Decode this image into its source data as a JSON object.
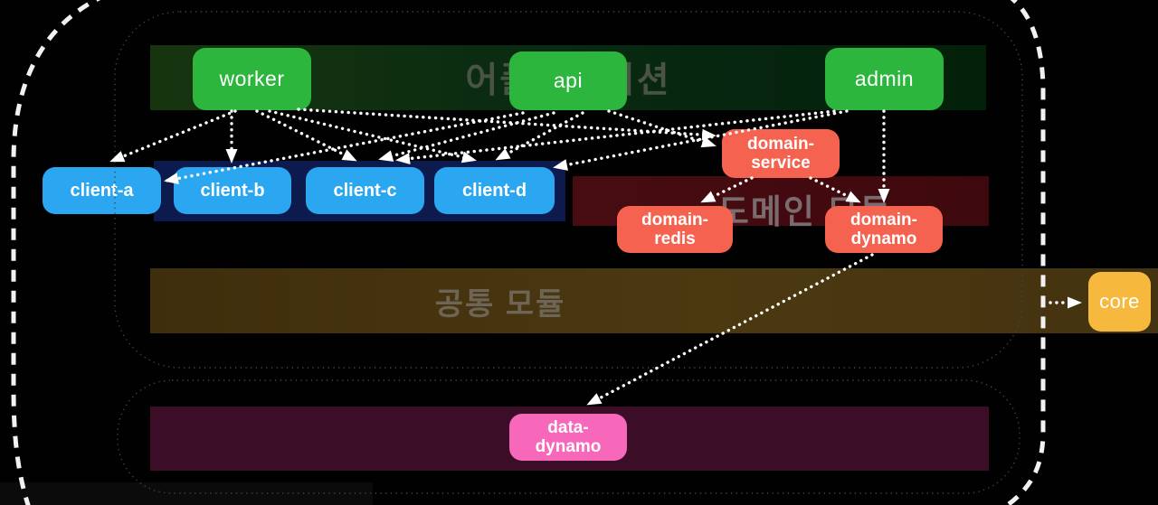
{
  "diagram": {
    "banners": {
      "application": {
        "label": "어플리케이션"
      },
      "domain": {
        "label": "도메인 모듈"
      },
      "common": {
        "label": "공통 모듈"
      }
    },
    "nodes": {
      "worker": {
        "label": "worker"
      },
      "api": {
        "label": "api"
      },
      "admin": {
        "label": "admin"
      },
      "client_a": {
        "label": "client-a"
      },
      "client_b": {
        "label": "client-b"
      },
      "client_c": {
        "label": "client-c"
      },
      "client_d": {
        "label": "client-d"
      },
      "domain_service": {
        "line1": "domain-",
        "line2": "service"
      },
      "domain_redis": {
        "line1": "domain-",
        "line2": "redis"
      },
      "domain_dynamo": {
        "line1": "domain-",
        "line2": "dynamo"
      },
      "data_dynamo": {
        "line1": "data-",
        "line2": "dynamo"
      },
      "core": {
        "label": "core"
      }
    },
    "edges": [
      {
        "from": "worker",
        "to": "client_a"
      },
      {
        "from": "worker",
        "to": "client_b"
      },
      {
        "from": "worker",
        "to": "client_c"
      },
      {
        "from": "worker",
        "to": "client_d"
      },
      {
        "from": "worker",
        "to": "domain_service"
      },
      {
        "from": "api",
        "to": "client_a"
      },
      {
        "from": "api",
        "to": "client_c"
      },
      {
        "from": "api",
        "to": "client_d"
      },
      {
        "from": "api",
        "to": "domain_service"
      },
      {
        "from": "admin",
        "to": "client_c"
      },
      {
        "from": "admin",
        "to": "client_d"
      },
      {
        "from": "admin",
        "to": "domain_dynamo"
      },
      {
        "from": "domain_service",
        "to": "domain_redis"
      },
      {
        "from": "domain_service",
        "to": "domain_dynamo"
      },
      {
        "from": "domain_dynamo",
        "to": "data_dynamo"
      },
      {
        "from": "external",
        "to": "core"
      }
    ],
    "colors": {
      "app_node": "#2db63e",
      "client_node": "#2aa7f0",
      "domain_node": "#f5624f",
      "data_node": "#f768bb",
      "core_node": "#f6b93e",
      "arrow": "#ffffff",
      "app_banner": "#0c2c11",
      "client_banner": "#0c1a4e",
      "domain_banner": "#430b10",
      "common_banner": "#46340f",
      "data_banner": "#3b0d27"
    }
  }
}
